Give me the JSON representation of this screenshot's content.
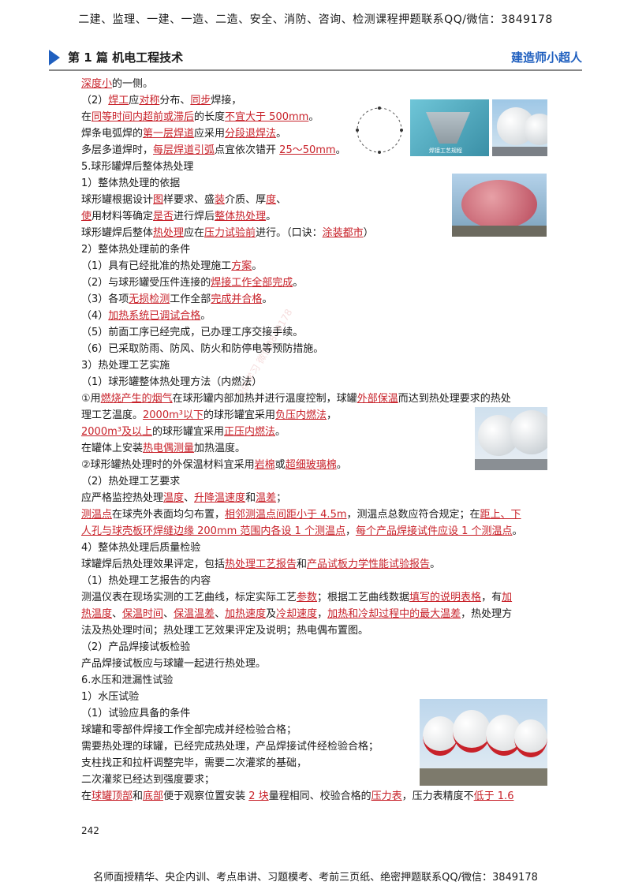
{
  "header": {
    "banner": "二建、监理、一建、一造、二造、安全、消防、咨询、检测课程押题联系QQ/微信：3849178",
    "chapter": "第 1 篇  机电工程技术",
    "brand": "建造师小超人"
  },
  "image_caption": "焊接工艺规程",
  "watermark": "仅供学习 微信3849178",
  "lines": [
    [
      {
        "t": "深度小",
        "u": 1
      },
      {
        "t": "的一侧。"
      }
    ],
    [
      {
        "t": "（2）"
      },
      {
        "t": "焊工",
        "u": 1
      },
      {
        "t": "应"
      },
      {
        "t": "对称",
        "u": 1
      },
      {
        "t": "分布、"
      },
      {
        "t": "同步",
        "u": 1
      },
      {
        "t": "焊接，"
      }
    ],
    [
      {
        "t": "在"
      },
      {
        "t": "同等时间内超前或滞后",
        "u": 1
      },
      {
        "t": "的长度"
      },
      {
        "t": "不宜大于 500mm",
        "u": 1
      },
      {
        "t": "。"
      }
    ],
    [
      {
        "t": "焊条电弧焊的"
      },
      {
        "t": "第一层焊道",
        "u": 1
      },
      {
        "t": "应采用"
      },
      {
        "t": "分段退焊法",
        "u": 1
      },
      {
        "t": "。"
      }
    ],
    [
      {
        "t": "多层多道焊时，"
      },
      {
        "t": "每层焊道引弧",
        "u": 1
      },
      {
        "t": "点宜依次错开 "
      },
      {
        "t": "25～50mm",
        "u": 1
      },
      {
        "t": "。"
      }
    ],
    [
      {
        "t": "5.球形罐焊后整体热处理"
      }
    ],
    [
      {
        "t": "1）整体热处理的依据"
      }
    ],
    [
      {
        "t": "球形罐根据设计"
      },
      {
        "t": "图",
        "u": 1
      },
      {
        "t": "样要求、盛"
      },
      {
        "t": "装",
        "u": 1
      },
      {
        "t": "介质、厚"
      },
      {
        "t": "度",
        "u": 1
      },
      {
        "t": "、"
      }
    ],
    [
      {
        "t": "使",
        "u": 1
      },
      {
        "t": "用材料等确定"
      },
      {
        "t": "是否",
        "u": 1
      },
      {
        "t": "进行焊后"
      },
      {
        "t": "整体热处理",
        "u": 1
      },
      {
        "t": "。"
      }
    ],
    [
      {
        "t": "球形罐焊后整体"
      },
      {
        "t": "热处理",
        "u": 1
      },
      {
        "t": "应在"
      },
      {
        "t": "压力试验前",
        "u": 1
      },
      {
        "t": "进行。（口诀："
      },
      {
        "t": "涂装都市",
        "u": 1
      },
      {
        "t": "）"
      }
    ],
    [
      {
        "t": "2）整体热处理前的条件"
      }
    ],
    [
      {
        "t": "（1）具有已经批准的热处理施工"
      },
      {
        "t": "方案",
        "u": 1
      },
      {
        "t": "。"
      }
    ],
    [
      {
        "t": "（2）与球形罐受压件连接的"
      },
      {
        "t": "焊接工作全部完成",
        "u": 1
      },
      {
        "t": "。"
      }
    ],
    [
      {
        "t": "（3）各项"
      },
      {
        "t": "无损检测",
        "u": 1
      },
      {
        "t": "工作全部"
      },
      {
        "t": "完成并合格",
        "u": 1
      },
      {
        "t": "。"
      }
    ],
    [
      {
        "t": "（4）"
      },
      {
        "t": "加热系统已调试合格",
        "u": 1
      },
      {
        "t": "。"
      }
    ],
    [
      {
        "t": "（5）前面工序已经完成，已办理工序交接手续。"
      }
    ],
    [
      {
        "t": "（6）已采取防雨、防风、防火和防停电等预防措施。"
      }
    ],
    [
      {
        "t": "3）热处理工艺实施"
      }
    ],
    [
      {
        "t": "（1）球形罐整体热处理方法（内燃法）"
      }
    ],
    [
      {
        "t": "①用"
      },
      {
        "t": "燃烧产生的烟气",
        "u": 1
      },
      {
        "t": "在球形罐内部加热并进行温度控制，球罐"
      },
      {
        "t": "外部保温",
        "u": 1
      },
      {
        "t": "而达到热处理要求的热处"
      }
    ],
    [
      {
        "t": "理工艺温度。"
      },
      {
        "t": "2000m³以下",
        "u": 1
      },
      {
        "t": "的球形罐宜采用"
      },
      {
        "t": "负压内燃法",
        "u": 1
      },
      {
        "t": "，"
      }
    ],
    [
      {
        "t": "2000m³及以上",
        "u": 1
      },
      {
        "t": "的球形罐宜采用"
      },
      {
        "t": "正压内燃法",
        "u": 1
      },
      {
        "t": "。"
      }
    ],
    [
      {
        "t": "在罐体上安装"
      },
      {
        "t": "热电偶测量",
        "u": 1
      },
      {
        "t": "加热温度。"
      }
    ],
    [
      {
        "t": "②球形罐热处理时的外保温材料宜采用"
      },
      {
        "t": "岩棉",
        "u": 1
      },
      {
        "t": "或"
      },
      {
        "t": "超细玻璃棉",
        "u": 1
      },
      {
        "t": "。"
      }
    ],
    [
      {
        "t": "（2）热处理工艺要求"
      }
    ],
    [
      {
        "t": "应严格监控热处理"
      },
      {
        "t": "温度",
        "u": 1
      },
      {
        "t": "、"
      },
      {
        "t": "升降温速度",
        "u": 1
      },
      {
        "t": "和"
      },
      {
        "t": "温差",
        "u": 1
      },
      {
        "t": "；"
      }
    ],
    [
      {
        "t": "测温点",
        "u": 1
      },
      {
        "t": "在球壳外表面均匀布置，"
      },
      {
        "t": "相邻测温点间距小于 4.5m",
        "u": 1
      },
      {
        "t": "，测温点总数应符合规定；在"
      },
      {
        "t": "距上、下",
        "u": 1
      }
    ],
    [
      {
        "t": "人孔与球壳板环焊缝边缘 200mm 范围内各设 1 个测温点",
        "u": 1
      },
      {
        "t": "，"
      },
      {
        "t": "每个产品焊接试件应设 1 个测温点",
        "u": 1
      },
      {
        "t": "。"
      }
    ],
    [
      {
        "t": "4）整体热处理后质量检验"
      }
    ],
    [
      {
        "t": "球罐焊后热处理效果评定，包括"
      },
      {
        "t": "热处理工艺报告",
        "u": 1
      },
      {
        "t": "和"
      },
      {
        "t": "产品试板力学性能试验报告",
        "u": 1
      },
      {
        "t": "。"
      }
    ],
    [
      {
        "t": "（1）热处理工艺报告的内容"
      }
    ],
    [
      {
        "t": "测温仪表在现场实测的工艺曲线，标定实际工艺"
      },
      {
        "t": "参数",
        "u": 1
      },
      {
        "t": "；根据工艺曲线数据"
      },
      {
        "t": "填写的说明表格",
        "u": 1
      },
      {
        "t": "，有"
      },
      {
        "t": "加",
        "u": 1
      }
    ],
    [
      {
        "t": "热温度",
        "u": 1
      },
      {
        "t": "、"
      },
      {
        "t": "保温时间",
        "u": 1
      },
      {
        "t": "、"
      },
      {
        "t": "保温温差",
        "u": 1
      },
      {
        "t": "、"
      },
      {
        "t": "加热速度",
        "u": 1
      },
      {
        "t": "及"
      },
      {
        "t": "冷却速度",
        "u": 1
      },
      {
        "t": "，"
      },
      {
        "t": "加热和冷却过程中的最大温差",
        "u": 1
      },
      {
        "t": "，热处理方"
      }
    ],
    [
      {
        "t": "法及热处理时间；热处理工艺效果评定及说明；热电偶布置图。"
      }
    ],
    [
      {
        "t": "（2）产品焊接试板检验"
      }
    ],
    [
      {
        "t": "产品焊接试板应与球罐一起进行热处理。"
      }
    ],
    [
      {
        "t": "6.水压和泄漏性试验"
      }
    ],
    [
      {
        "t": "1）水压试验"
      }
    ],
    [
      {
        "t": "（1）试验应具备的条件"
      }
    ],
    [
      {
        "t": "球罐和零部件焊接工作全部完成并经检验合格；"
      }
    ],
    [
      {
        "t": "需要热处理的球罐，已经完成热处理，产品焊接试件经检验合格；"
      }
    ],
    [
      {
        "t": "支柱找正和拉杆调整完毕，需要二次灌浆的基础，"
      }
    ],
    [
      {
        "t": "二次灌浆已经达到强度要求；"
      }
    ],
    [
      {
        "t": "在"
      },
      {
        "t": "球罐顶部",
        "u": 1
      },
      {
        "t": "和"
      },
      {
        "t": "底部",
        "u": 1
      },
      {
        "t": "便于观察位置安装 "
      },
      {
        "t": "2 块",
        "u": 1
      },
      {
        "t": "量程相同、校验合格的"
      },
      {
        "t": "压力表",
        "u": 1
      },
      {
        "t": "，压力表精度不"
      },
      {
        "t": "低于 1.6",
        "u": 1
      }
    ]
  ],
  "page_number": "242",
  "footer": "名师面授精华、央企内训、考点串讲、习题模考、考前三页纸、绝密押题联系QQ/微信：3849178"
}
